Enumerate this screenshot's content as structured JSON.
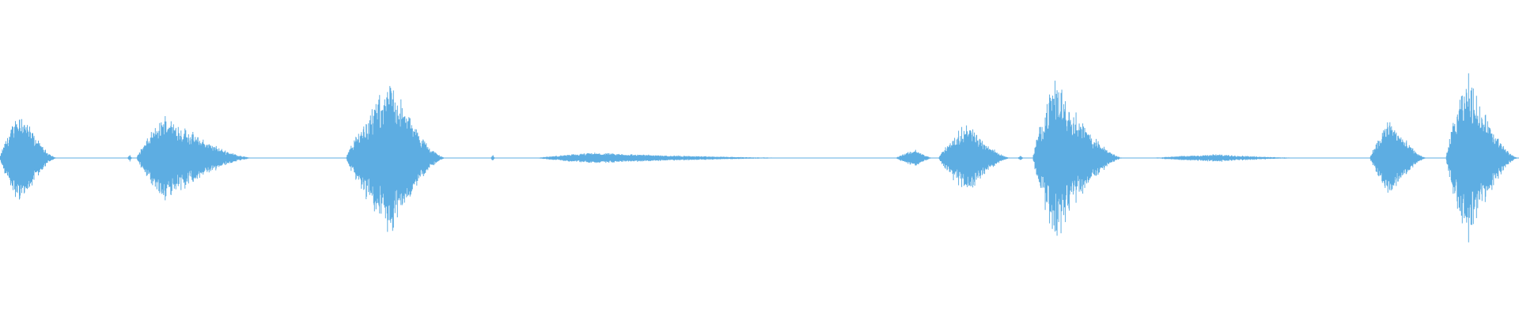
{
  "waveform": {
    "color": "#5dade2",
    "baseline_color": "#5dade2",
    "segments": [
      {
        "start": 0.0,
        "end": 0.038,
        "peak": 0.62,
        "attack": 0.35,
        "density": 0.9
      },
      {
        "start": 0.084,
        "end": 0.087,
        "peak": 0.06,
        "attack": 0.5,
        "density": 0.5
      },
      {
        "start": 0.09,
        "end": 0.168,
        "peak": 0.55,
        "attack": 0.25,
        "density": 0.9
      },
      {
        "start": 0.228,
        "end": 0.294,
        "peak": 0.92,
        "attack": 0.45,
        "density": 1.0
      },
      {
        "start": 0.323,
        "end": 0.326,
        "peak": 0.05,
        "attack": 0.5,
        "density": 0.5
      },
      {
        "start": 0.353,
        "end": 0.54,
        "peak": 0.07,
        "attack": 0.2,
        "density": 0.8
      },
      {
        "start": 0.59,
        "end": 0.615,
        "peak": 0.12,
        "attack": 0.5,
        "density": 0.8
      },
      {
        "start": 0.618,
        "end": 0.666,
        "peak": 0.45,
        "attack": 0.4,
        "density": 0.9
      },
      {
        "start": 0.67,
        "end": 0.674,
        "peak": 0.04,
        "attack": 0.5,
        "density": 0.5
      },
      {
        "start": 0.68,
        "end": 0.74,
        "peak": 0.96,
        "attack": 0.25,
        "density": 1.0
      },
      {
        "start": 0.758,
        "end": 0.866,
        "peak": 0.05,
        "attack": 0.4,
        "density": 0.8
      },
      {
        "start": 0.902,
        "end": 0.94,
        "peak": 0.52,
        "attack": 0.35,
        "density": 0.9
      },
      {
        "start": 0.952,
        "end": 1.0,
        "peak": 1.0,
        "attack": 0.3,
        "density": 1.0
      }
    ]
  }
}
